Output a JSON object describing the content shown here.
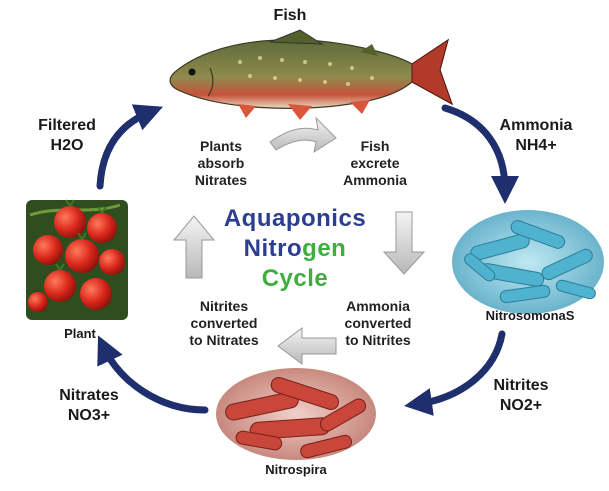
{
  "title": {
    "line1": "Aquaponics",
    "line2_a": "Nitro",
    "line2_b": "gen",
    "line3": "Cycle"
  },
  "nodes": {
    "fish": "Fish",
    "plant": "Plant",
    "nitrosomonas": "NitrosomonaS",
    "nitrospira": "Nitrospira"
  },
  "outer": {
    "filtered": [
      "Filtered",
      "H2O"
    ],
    "ammonia": [
      "Ammonia",
      "NH4+"
    ],
    "nitrites": [
      "Nitrites",
      "NO2+"
    ],
    "nitrates": [
      "Nitrates",
      "NO3+"
    ]
  },
  "inner": {
    "plants_absorb": [
      "Plants",
      "absorb",
      "Nitrates"
    ],
    "fish_excrete": [
      "Fish",
      "excrete",
      "Ammonia"
    ],
    "ammonia_converted": [
      "Ammonia",
      "converted",
      "to Nitrites"
    ],
    "nitrites_converted": [
      "Nitrites",
      "converted",
      "to Nitrates"
    ]
  },
  "colors": {
    "outer_arrow": "#1f2f6e",
    "title_blue": "#2c3e8f",
    "title_green": "#3fae3f",
    "bacteria_blue": "#4fb3cf",
    "bacteria_red": "#c8463a"
  }
}
